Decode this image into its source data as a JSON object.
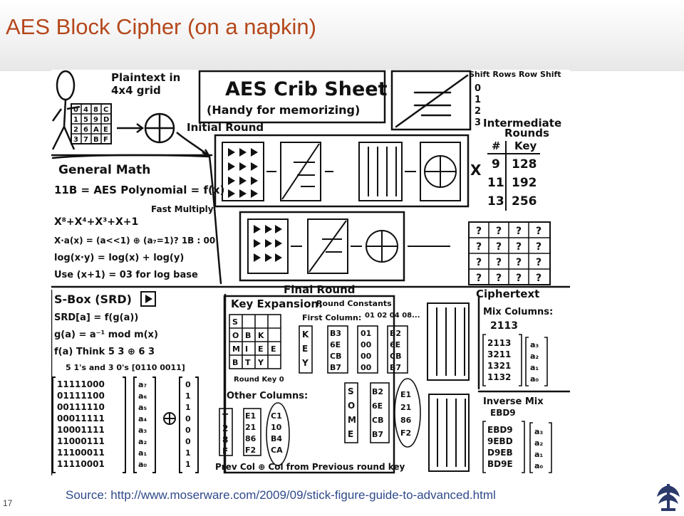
{
  "slide": {
    "title": "AES Block Cipher (on a napkin)",
    "source": "Source: http://www.moserware.com/2009/09/stick-figure-guide-to-advanced.html",
    "page_number": "17"
  },
  "napkin": {
    "plaintext_label_1": "Plaintext in",
    "plaintext_label_2": "4x4 grid",
    "plaintext_cells": [
      "0",
      "4",
      "8",
      "C",
      "1",
      "5",
      "9",
      "D",
      "2",
      "6",
      "A",
      "E",
      "3",
      "7",
      "B",
      "F"
    ],
    "crib_title": "AES Crib Sheet",
    "crib_subtitle": "(Handy for memorizing)",
    "shift_rows_label": "Shift Rows Row Shift",
    "shift_rows_values": [
      "0",
      "1",
      "2",
      "3"
    ],
    "initial_round": "Initial Round",
    "intermediate_rounds_1": "Intermediate",
    "intermediate_rounds_2": "Rounds",
    "rounds_header_hash": "#",
    "rounds_header_key": "Key",
    "rounds_table": [
      {
        "rounds": "9",
        "key": "128"
      },
      {
        "rounds": "11",
        "key": "192"
      },
      {
        "rounds": "13",
        "key": "256"
      }
    ],
    "multiply_x": "X",
    "general_math": "General Math",
    "math_line_1": "11B = AES Polynomial = f(x)",
    "math_line_2": "X⁸+X⁴+X³+X+1",
    "fast_multiply": "Fast Multiply",
    "math_line_3": "X·a(x) = (a<<1) ⊕ (a₇=1)? 1B : 00",
    "math_line_4": "log(x·y) = log(x) + log(y)",
    "math_line_5": "Use (x+1) = 03 for log base",
    "final_round": "Final Round",
    "ciphertext": "Ciphertext",
    "sbox_title": "S-Box (SRD)",
    "sbox_line_1": "SRD[a] = f(g(a))",
    "sbox_line_2": "g(a) = a⁻¹ mod m(x)",
    "sbox_line_3": "f(a)  Think 5 3 ⊕ 6 3",
    "sbox_line_4": "5 1's and 3 0's  [0110 0011]",
    "sbox_matrix": [
      "11111000",
      "01111100",
      "00111110",
      "00011111",
      "10001111",
      "11000111",
      "11100011",
      "11110001"
    ],
    "sbox_vector": [
      "a₇",
      "a₆",
      "a₅",
      "a₄",
      "a₃",
      "a₂",
      "a₁",
      "a₀"
    ],
    "sbox_constant": [
      "0",
      "1",
      "1",
      "0",
      "0",
      "0",
      "1",
      "1"
    ],
    "key_expansion": "Key Expansion:",
    "round_constants": "Round Constants",
    "round_constants_values": "01 02 04 08...",
    "first_column": "First Column:",
    "key_grid": [
      "S",
      "O",
      "B",
      "K",
      "M",
      "I",
      "E",
      "E",
      "B",
      "T",
      "Y"
    ],
    "key_column": [
      "K",
      "E",
      "Y"
    ],
    "first_col_values": [
      "B3",
      "6E",
      "CB",
      "B7"
    ],
    "first_col_const": [
      "01",
      "00",
      "00",
      "00"
    ],
    "first_col_result": [
      "B2",
      "6E",
      "CB",
      "B7"
    ],
    "round_key_0": "Round Key 0",
    "other_columns": "Other Columns:",
    "other_col_letters": [
      "S",
      "O",
      "M",
      "E"
    ],
    "other_col_b": [
      "B2",
      "6E",
      "CB",
      "B7"
    ],
    "other_col_result": [
      "E1",
      "21",
      "86",
      "F2"
    ],
    "bottom_col_a": [
      "T",
      "2",
      "8",
      "F"
    ],
    "bottom_col_b": [
      "E1",
      "21",
      "86",
      "F2"
    ],
    "bottom_col_c": [
      "C1",
      "10",
      "B4",
      "CA"
    ],
    "prev_col_text": "Prev Col ⊕ Col from Previous round key",
    "mix_columns": "Mix Columns:",
    "mix_columns_num": "2113",
    "mix_matrix": [
      "2113",
      "3211",
      "1321",
      "1132"
    ],
    "mix_vector": [
      "a₃",
      "a₂",
      "a₁",
      "a₀"
    ],
    "inverse_mix": "Inverse Mix",
    "inverse_mix_num": "EBD9",
    "inv_matrix": [
      "EBD9",
      "9EBD",
      "D9EB",
      "BD9E"
    ],
    "inv_vector": [
      "a₃",
      "a₂",
      "a₁",
      "a₀"
    ],
    "question_mark": "?"
  }
}
